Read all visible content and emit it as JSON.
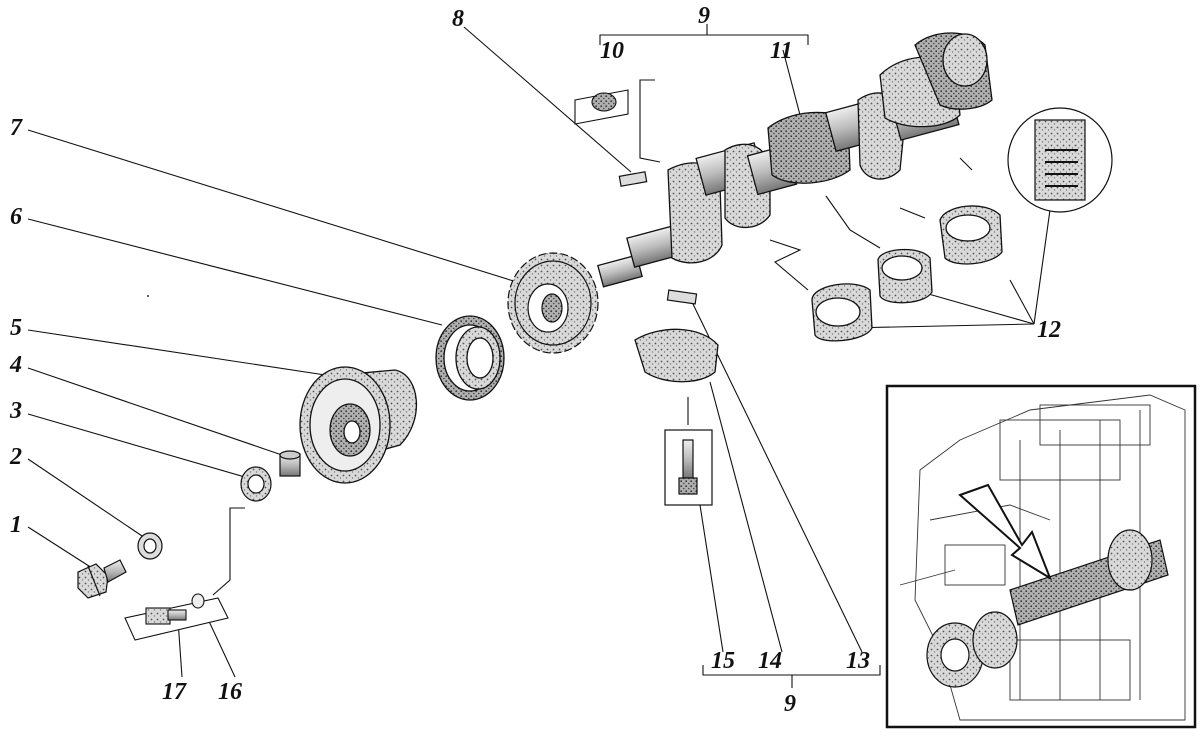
{
  "labels": {
    "l1": "1",
    "l2": "2",
    "l3": "3",
    "l4": "4",
    "l5": "5",
    "l6": "6",
    "l7": "7",
    "l8": "8",
    "l9_top": "9",
    "l10": "10",
    "l11": "11",
    "l12": "12",
    "l13": "13",
    "l14": "14",
    "l15": "15",
    "l16": "16",
    "l17": "17",
    "l9_bottom": "9"
  },
  "colors": {
    "ink": "#111111",
    "paper": "#ffffff",
    "shade": "#9a9a9a",
    "dark": "#555555"
  }
}
